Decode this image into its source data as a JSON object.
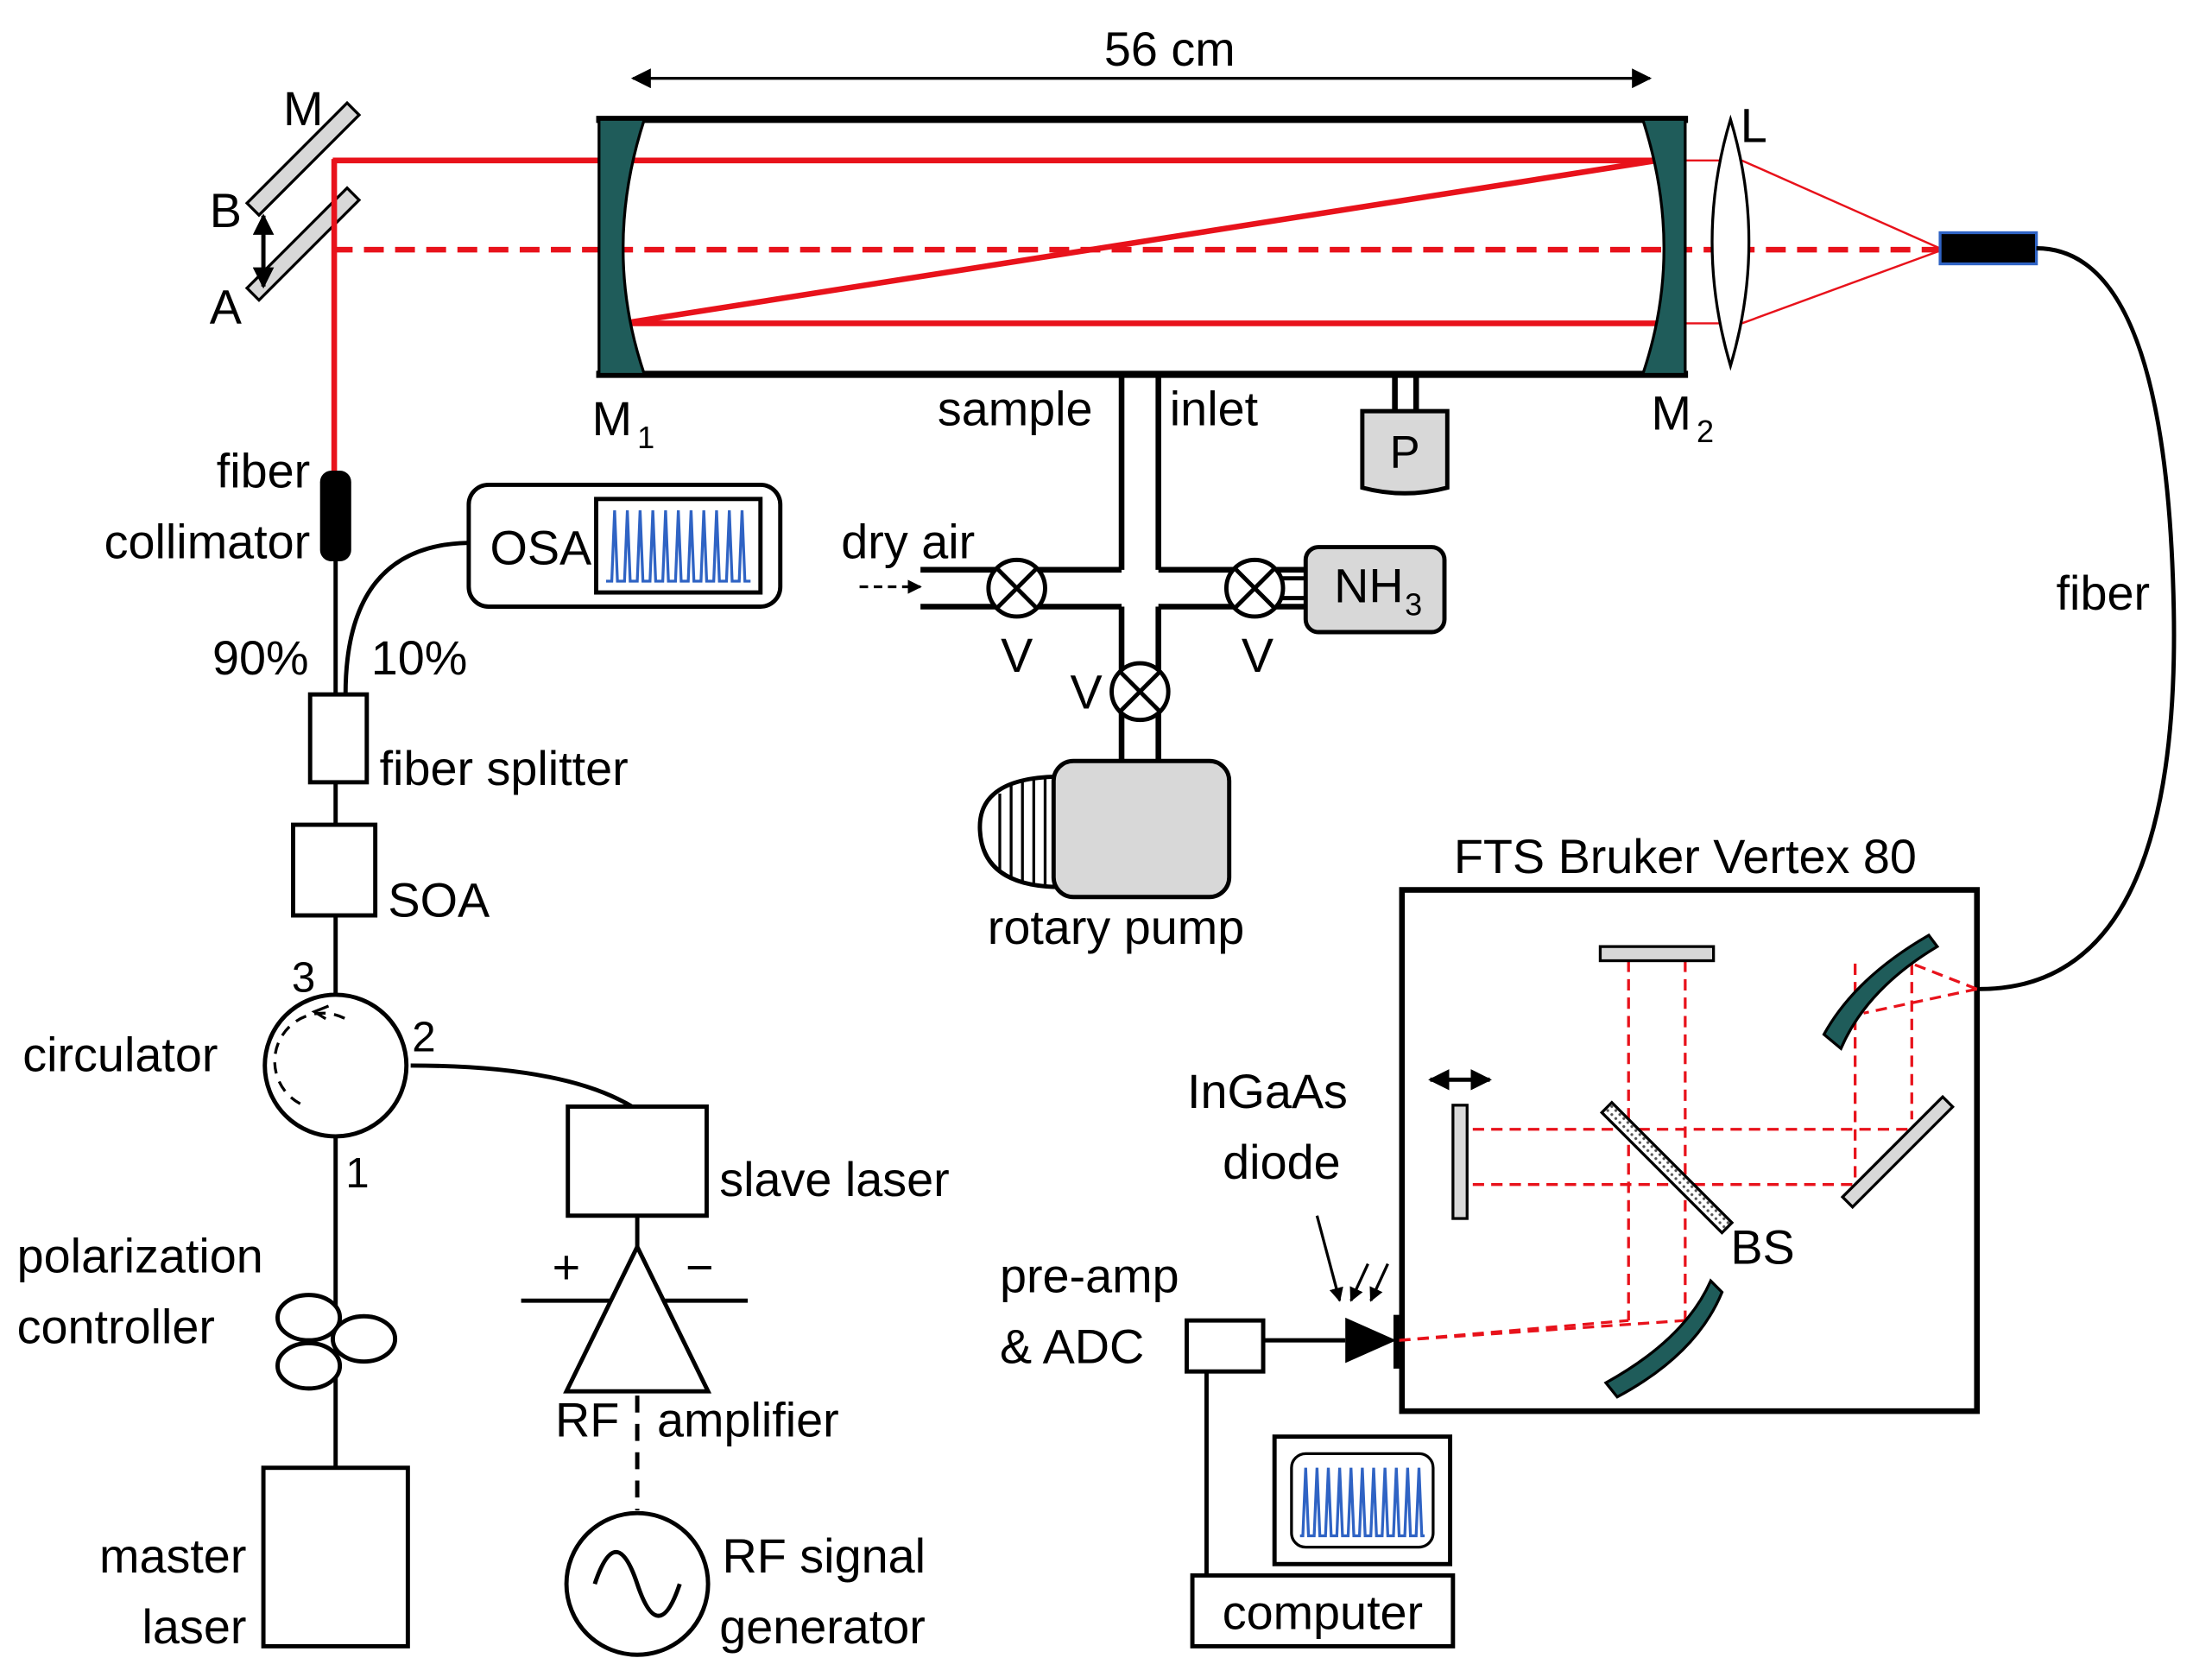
{
  "cavity": {
    "length": "56 cm",
    "mirror1": "M",
    "mirror1_sub": "1",
    "mirror2": "M",
    "mirror2_sub": "2",
    "lens": "L",
    "pressure_gauge": "P",
    "sample_label": "sample",
    "inlet_label": "inlet"
  },
  "beam_steering": {
    "mirror": "M",
    "pos_b": "B",
    "pos_a": "A"
  },
  "gas_handling": {
    "dry_air": "dry air",
    "ammonia": "NH",
    "ammonia_sub": "3",
    "valve_left": "V",
    "valve_right": "V",
    "valve_bottom": "V",
    "pump": "rotary pump"
  },
  "fiber_path": {
    "collimator_line1": "fiber",
    "collimator_line2": "collimator",
    "osa": "OSA",
    "split_90": "90%",
    "split_10": "10%",
    "splitter": "fiber splitter",
    "soa": "SOA",
    "port3": "3",
    "port2": "2",
    "port1": "1",
    "circulator": "circulator",
    "slave_laser": "slave laser",
    "plus": "+",
    "minus": "−",
    "rf_label": "RF",
    "amplifier": "amplifier",
    "pol_line1": "polarization",
    "pol_line2": "controller",
    "master_line1": "master",
    "master_line2": "laser",
    "rf_gen_line1": "RF signal",
    "rf_gen_line2": "generator",
    "fiber": "fiber"
  },
  "fts": {
    "title": "FTS Bruker Vertex 80",
    "detector_line1": "InGaAs",
    "detector_line2": "diode",
    "beamsplitter": "BS",
    "preamp_line1": "pre-amp",
    "preamp_line2": "& ADC",
    "computer": "computer"
  },
  "colors": {
    "laser": "#e8121b",
    "mirror": "#1f5c5a",
    "spectrum": "#2f63c4",
    "gray": "#d8d8d8"
  }
}
